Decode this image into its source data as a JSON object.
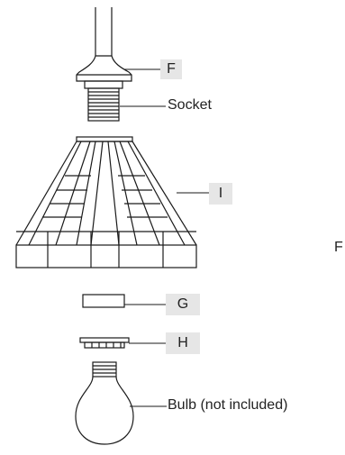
{
  "labels": {
    "f": "F",
    "socket": "Socket",
    "i": "I",
    "g": "G",
    "h": "H",
    "bulb": "Bulb (not included)",
    "f_right": "F"
  },
  "colors": {
    "line": "#1a1a1a",
    "label_bg": "#e6e6e6"
  }
}
